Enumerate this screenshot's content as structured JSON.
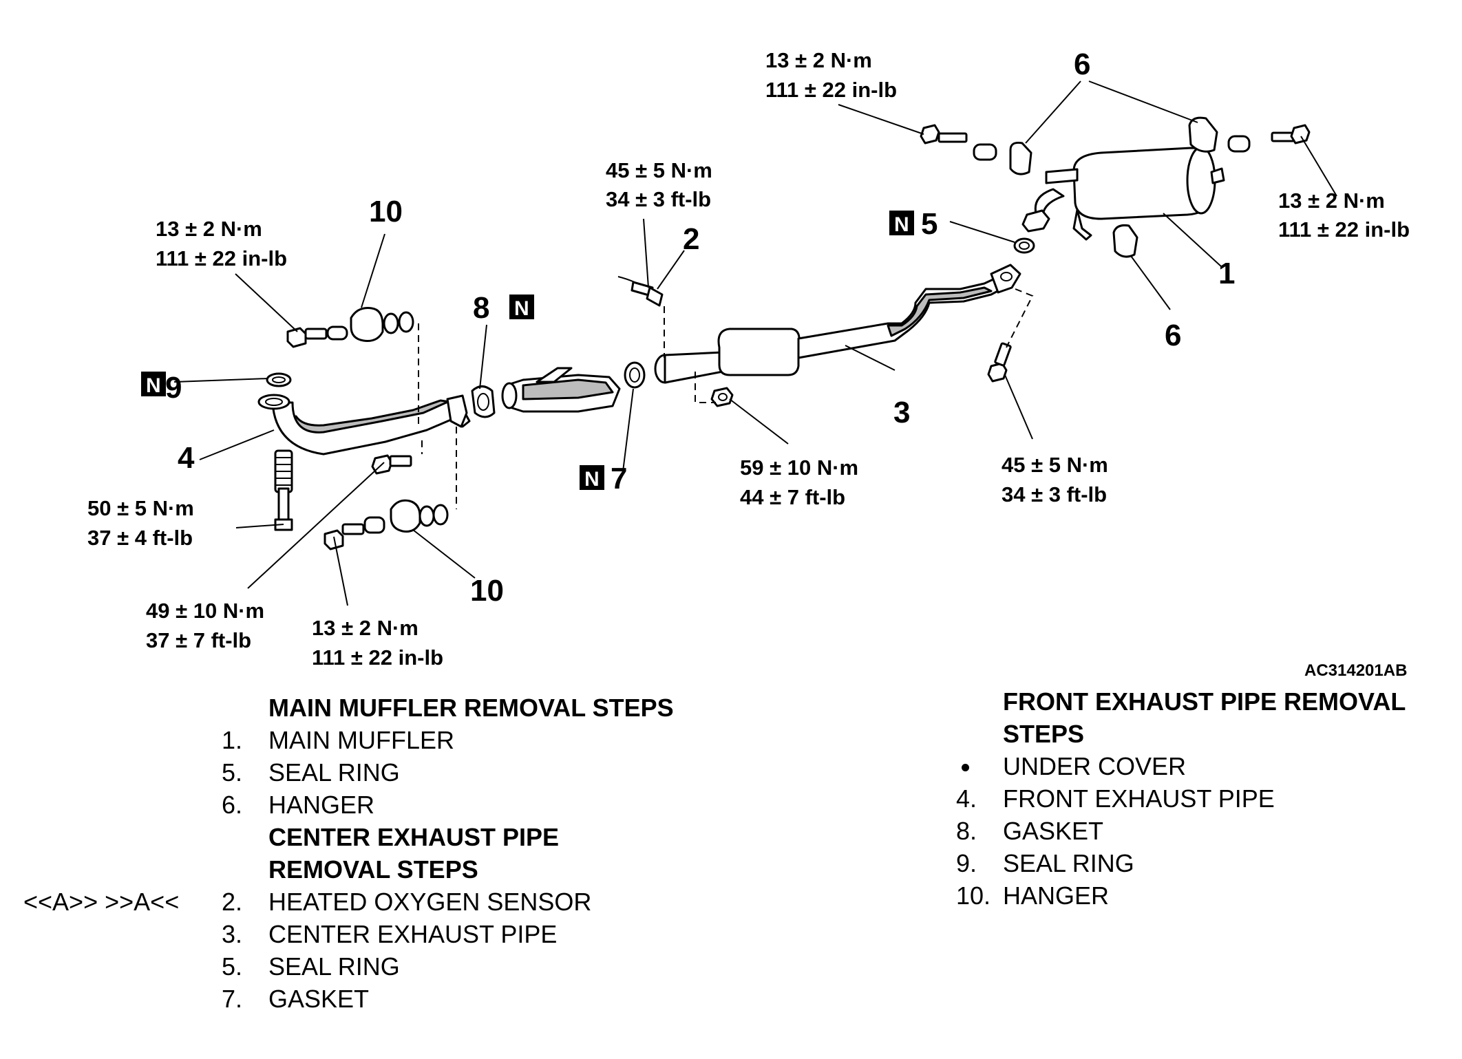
{
  "figure_id": "AC314201AB",
  "torques": {
    "t_left_top": [
      "13 ± 2 N·m",
      "111 ± 22 in-lb"
    ],
    "t_sensor": [
      "45 ± 5 N·m",
      "34 ± 3 ft-lb"
    ],
    "t_muffler_top": [
      "13 ± 2 N·m",
      "111 ± 22 in-lb"
    ],
    "t_muffler_right": [
      "13 ± 2 N·m",
      "111 ± 22 in-lb"
    ],
    "t_stud": [
      "50 ± 5 N·m",
      "37 ± 4 ft-lb"
    ],
    "t_front_bolt": [
      "49 ± 10 N·m",
      "37 ± 7 ft-lb"
    ],
    "t_left_bottom": [
      "13 ± 2 N·m",
      "111 ± 22 in-lb"
    ],
    "t_center_nut": [
      "59 ± 10 N·m",
      "44 ± 7 ft-lb"
    ],
    "t_center_bolt": [
      "45 ± 5 N·m",
      "34 ± 3 ft-lb"
    ]
  },
  "callouts": {
    "c1": "1",
    "c2": "2",
    "c3": "3",
    "c4": "4",
    "c5": "5",
    "c6a": "6",
    "c6b": "6",
    "c7": "7",
    "c8": "8",
    "c9": "9",
    "c10a": "10",
    "c10b": "10"
  },
  "badge_letter": "N",
  "left_steps": {
    "main_title": "MAIN MUFFLER REMOVAL STEPS",
    "main_items": [
      {
        "num": "1.",
        "label": "MAIN MUFFLER"
      },
      {
        "num": "5.",
        "label": "SEAL RING"
      },
      {
        "num": "6.",
        "label": "HANGER"
      }
    ],
    "center_title_1": "CENTER EXHAUST PIPE",
    "center_title_2": "REMOVAL STEPS",
    "center_items": [
      {
        "num": "2.",
        "label": "HEATED OXYGEN SENSOR",
        "ref": "<<A>>   >>A<<"
      },
      {
        "num": "3.",
        "label": "CENTER EXHAUST PIPE"
      },
      {
        "num": "5.",
        "label": "SEAL RING"
      },
      {
        "num": "7.",
        "label": "GASKET"
      }
    ]
  },
  "right_steps": {
    "title_1": "FRONT EXHAUST PIPE REMOVAL",
    "title_2": "STEPS",
    "bullet_item": "UNDER COVER",
    "items": [
      {
        "num": "4.",
        "label": "FRONT EXHAUST PIPE"
      },
      {
        "num": "8.",
        "label": "GASKET"
      },
      {
        "num": "9.",
        "label": "SEAL RING"
      },
      {
        "num": "10.",
        "label": "HANGER"
      }
    ]
  }
}
